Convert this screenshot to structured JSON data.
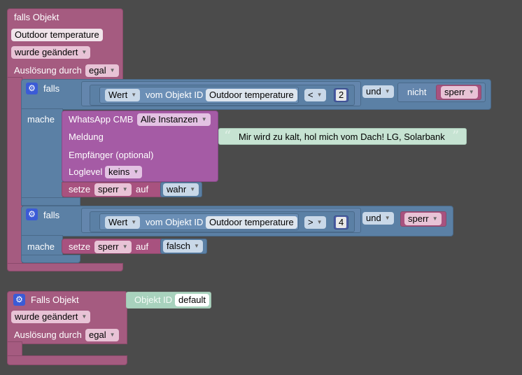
{
  "block1": {
    "header": "falls Objekt",
    "object_value": "Outdoor temperature",
    "trigger_value": "wurde geändert",
    "trigger_label": "Auslösung durch",
    "trigger_select": "egal",
    "if1": {
      "falls_label": "falls",
      "mache_label": "mache",
      "compare": {
        "wert": "Wert",
        "vom": "vom Objekt ID",
        "object": "Outdoor temperature",
        "op": "<",
        "num": "2"
      },
      "logic": "und",
      "not": "nicht",
      "var": "sperr",
      "whatsapp": {
        "title": "WhatsApp CMB",
        "instance": "Alle Instanzen",
        "meldung": "Meldung",
        "message": "Mir wird zu kalt, hol mich vom Dach! LG, Solarbank",
        "empfaenger": "Empfänger (optional)",
        "loglevel": "Loglevel",
        "loglevel_value": "keins"
      },
      "setze": "setze",
      "setze_var": "sperr",
      "auf": "auf",
      "value": "wahr"
    },
    "if2": {
      "falls_label": "falls",
      "mache_label": "mache",
      "compare": {
        "wert": "Wert",
        "vom": "vom Objekt ID",
        "object": "Outdoor temperature",
        "op": ">",
        "num": "4"
      },
      "logic": "und",
      "var": "sperr",
      "setze": "setze",
      "setze_var": "sperr",
      "auf": "auf",
      "value": "falsch"
    }
  },
  "block2": {
    "header": "Falls Objekt",
    "objid_label": "Objekt ID",
    "objid_value": "default",
    "trigger_value": "wurde geändert",
    "trigger_label": "Auslösung durch",
    "trigger_select": "egal"
  },
  "colors": {
    "background": "#4b4b4b",
    "event_block": "#a55b80",
    "logic_block": "#5b80a5",
    "whatsapp_block": "#a55ba5",
    "text_block": "#c6e3d2",
    "gear": "#3b5bd6"
  },
  "icons": {
    "gear": "⚙",
    "dropdown": "▼",
    "quote_open": "“",
    "quote_close": "”"
  }
}
